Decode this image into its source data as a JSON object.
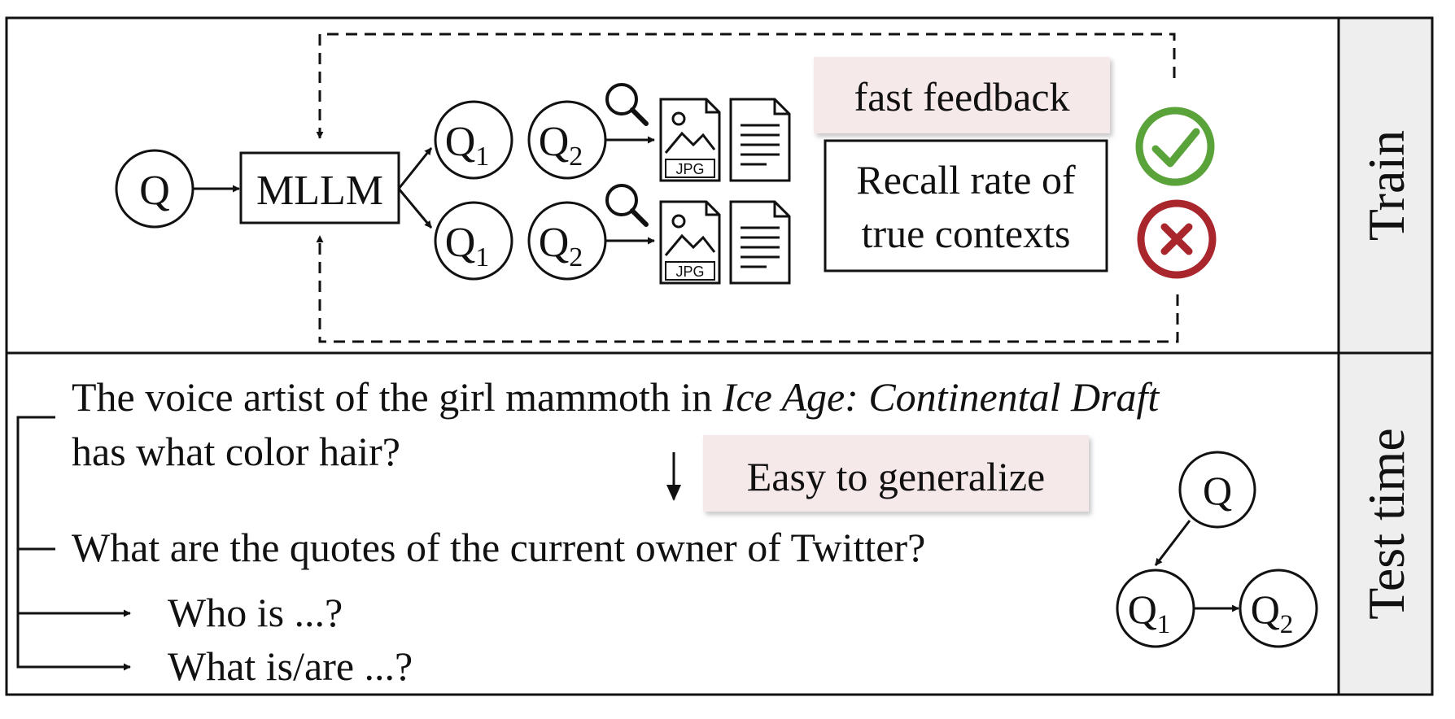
{
  "train_panel": {
    "side_label": "Train",
    "query_node": "Q",
    "model_box": "MLLM",
    "subquery_1": "Q",
    "subquery_1_sub": "1",
    "subquery_2": "Q",
    "subquery_2_sub": "2",
    "image_file_label": "JPG",
    "feedback_tag": "fast feedback",
    "metric_line_1": "Recall rate of",
    "metric_line_2": "true contexts"
  },
  "test_panel": {
    "side_label": "Test time",
    "question_1_plain": "The voice artist of the girl mammoth in ",
    "question_1_italic": "Ice Age: Continental Draft",
    "question_1_line_2": "has what color hair?",
    "generalize_tag": "Easy to generalize",
    "question_2": "What are the quotes of the current owner of Twitter?",
    "subquestion_1": "Who is ...?",
    "subquestion_2": "What is/are ...?",
    "graph_root": "Q",
    "graph_node_1": "Q",
    "graph_node_1_sub": "1",
    "graph_node_2": "Q",
    "graph_node_2_sub": "2"
  },
  "colors": {
    "frame": "#111111",
    "side_panel": "#eeeeee",
    "tag_fill": "#f6e9e9",
    "check_green": "#5aa33a",
    "cross_red": "#a8262c"
  }
}
